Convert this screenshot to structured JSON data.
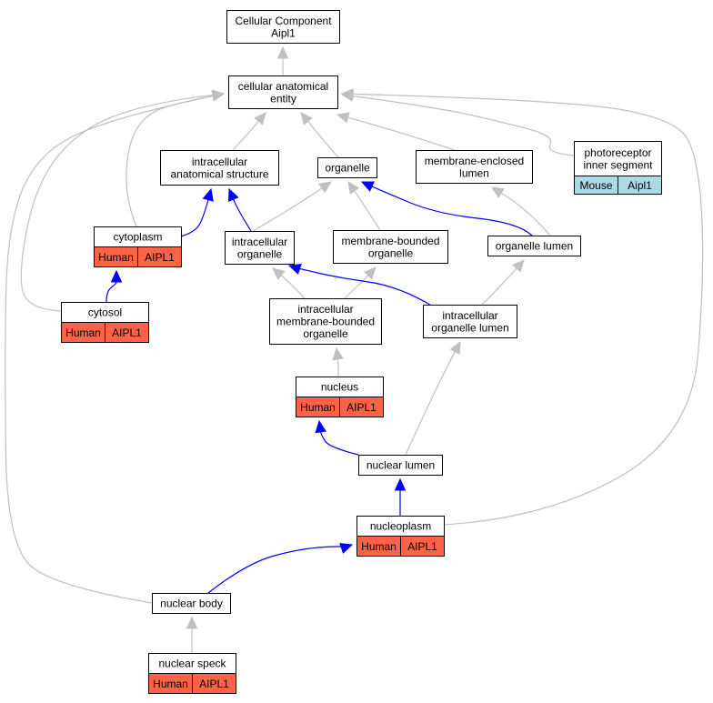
{
  "colors": {
    "gray_edge": "#c0c0c0",
    "blue_edge": "#0000ff",
    "human_fill": "#ff6347",
    "mouse_fill": "#add8e6"
  },
  "nodes": {
    "cellular_component": {
      "lines": [
        "Cellular Component",
        "Aipl1"
      ]
    },
    "cellular_anatomical_entity": {
      "lines": [
        "cellular anatomical",
        "entity"
      ]
    },
    "intracellular_anatomical_structure": {
      "lines": [
        "intracellular",
        "anatomical structure"
      ]
    },
    "organelle": {
      "lines": [
        "organelle"
      ]
    },
    "membrane_enclosed_lumen": {
      "lines": [
        "membrane-enclosed",
        "lumen"
      ]
    },
    "photoreceptor_inner_segment": {
      "lines": [
        "photoreceptor",
        "inner segment"
      ],
      "annotation": [
        "Mouse",
        "Aipl1"
      ]
    },
    "cytoplasm": {
      "lines": [
        "cytoplasm"
      ],
      "annotation": [
        "Human",
        "AIPL1"
      ]
    },
    "intracellular_organelle": {
      "lines": [
        "intracellular",
        "organelle"
      ]
    },
    "membrane_bounded_organelle": {
      "lines": [
        "membrane-bounded",
        "organelle"
      ]
    },
    "organelle_lumen": {
      "lines": [
        "organelle lumen"
      ]
    },
    "cytosol": {
      "lines": [
        "cytosol"
      ],
      "annotation": [
        "Human",
        "AIPL1"
      ]
    },
    "intracellular_membrane_bounded_organelle": {
      "lines": [
        "intracellular",
        "membrane-bounded",
        "organelle"
      ]
    },
    "intracellular_organelle_lumen": {
      "lines": [
        "intracellular",
        "organelle lumen"
      ]
    },
    "nucleus": {
      "lines": [
        "nucleus"
      ],
      "annotation": [
        "Human",
        "AIPL1"
      ]
    },
    "nuclear_lumen": {
      "lines": [
        "nuclear lumen"
      ]
    },
    "nucleoplasm": {
      "lines": [
        "nucleoplasm"
      ],
      "annotation": [
        "Human",
        "AIPL1"
      ]
    },
    "nuclear_body": {
      "lines": [
        "nuclear body"
      ]
    },
    "nuclear_speck": {
      "lines": [
        "nuclear speck"
      ],
      "annotation": [
        "Human",
        "AIPL1"
      ]
    }
  },
  "edges": [
    {
      "from": "cellular_anatomical_entity",
      "to": "cellular_component",
      "color": "gray"
    },
    {
      "from": "intracellular_anatomical_structure",
      "to": "cellular_anatomical_entity",
      "color": "gray"
    },
    {
      "from": "organelle",
      "to": "cellular_anatomical_entity",
      "color": "gray"
    },
    {
      "from": "membrane_enclosed_lumen",
      "to": "cellular_anatomical_entity",
      "color": "gray"
    },
    {
      "from": "photoreceptor_inner_segment",
      "to": "cellular_anatomical_entity",
      "color": "gray"
    },
    {
      "from": "cytoplasm",
      "to": "cellular_anatomical_entity",
      "color": "gray"
    },
    {
      "from": "cytosol",
      "to": "cellular_anatomical_entity",
      "color": "gray"
    },
    {
      "from": "nuclear_body",
      "to": "cellular_anatomical_entity",
      "color": "gray"
    },
    {
      "from": "nucleoplasm",
      "to": "cellular_anatomical_entity",
      "color": "gray"
    },
    {
      "from": "cytoplasm",
      "to": "intracellular_anatomical_structure",
      "color": "blue"
    },
    {
      "from": "intracellular_organelle",
      "to": "intracellular_anatomical_structure",
      "color": "blue"
    },
    {
      "from": "intracellular_organelle",
      "to": "organelle",
      "color": "gray"
    },
    {
      "from": "membrane_bounded_organelle",
      "to": "organelle",
      "color": "gray"
    },
    {
      "from": "organelle_lumen",
      "to": "organelle",
      "color": "blue"
    },
    {
      "from": "organelle_lumen",
      "to": "membrane_enclosed_lumen",
      "color": "gray"
    },
    {
      "from": "cytosol",
      "to": "cytoplasm",
      "color": "blue"
    },
    {
      "from": "intracellular_membrane_bounded_organelle",
      "to": "intracellular_organelle",
      "color": "gray"
    },
    {
      "from": "intracellular_membrane_bounded_organelle",
      "to": "membrane_bounded_organelle",
      "color": "gray"
    },
    {
      "from": "intracellular_organelle_lumen",
      "to": "intracellular_organelle",
      "color": "blue"
    },
    {
      "from": "intracellular_organelle_lumen",
      "to": "organelle_lumen",
      "color": "gray"
    },
    {
      "from": "nucleus",
      "to": "intracellular_membrane_bounded_organelle",
      "color": "gray"
    },
    {
      "from": "nuclear_lumen",
      "to": "nucleus",
      "color": "blue"
    },
    {
      "from": "nuclear_lumen",
      "to": "intracellular_organelle_lumen",
      "color": "gray"
    },
    {
      "from": "nucleoplasm",
      "to": "nuclear_lumen",
      "color": "blue"
    },
    {
      "from": "nuclear_body",
      "to": "nucleoplasm",
      "color": "blue"
    },
    {
      "from": "nuclear_speck",
      "to": "nuclear_body",
      "color": "gray"
    }
  ]
}
